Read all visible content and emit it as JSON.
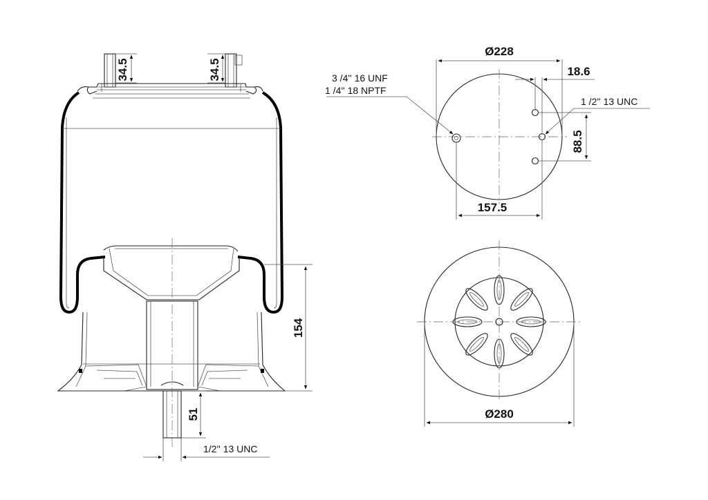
{
  "dimensions": {
    "stud_height_left": "34.5",
    "stud_height_right": "34.5",
    "top_plate_diameter": "Ø228",
    "offset_top": "18.6",
    "offset_side": "88.5",
    "bolt_spacing": "157.5",
    "piston_height": "154",
    "bottom_stud_length": "51",
    "piston_diameter": "Ø280"
  },
  "notes": {
    "inlet_thread_1": "3 /4'' 16 UNF",
    "inlet_thread_2": "1 /4'' 18 NPTF",
    "top_stud_thread": "1 /2'' 13 UNC",
    "bottom_stud_thread": "1/2'' 13 UNC"
  }
}
